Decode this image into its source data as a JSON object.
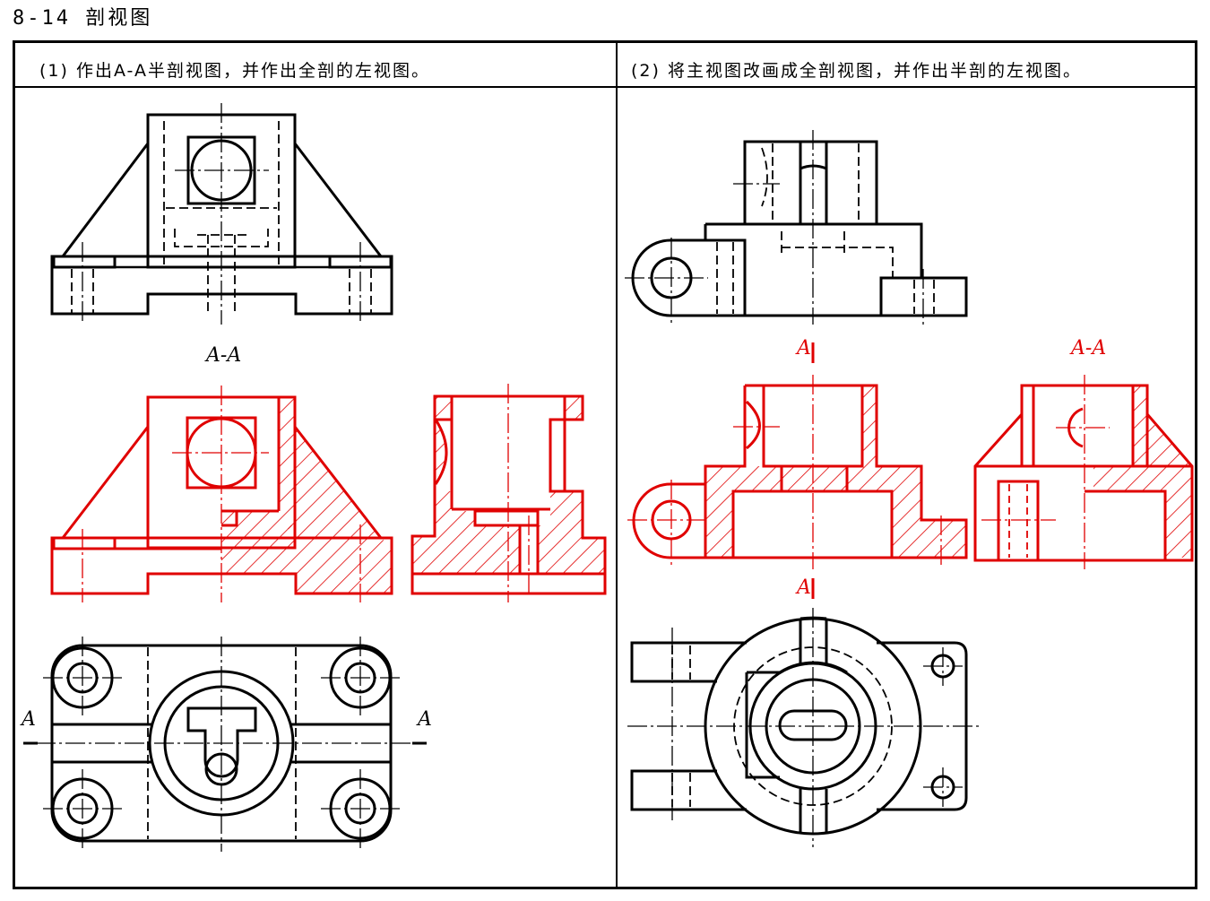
{
  "page": {
    "title": "8-14  剖视图"
  },
  "panels": [
    {
      "caption": "(1)  作出A-A半剖视图，并作出全剖的左视图。"
    },
    {
      "caption": "(2)  将主视图改画成全剖视图，并作出半剖的左视图。"
    }
  ],
  "labels": {
    "p1_section_title": "A-A",
    "p1_cut_left": "A",
    "p1_cut_right": "A",
    "p2_cut_top": "A",
    "p2_section_title": "A-A",
    "p2_cut_bottom": "A"
  },
  "colors": {
    "line": "#000000",
    "answer": "#e00000"
  }
}
